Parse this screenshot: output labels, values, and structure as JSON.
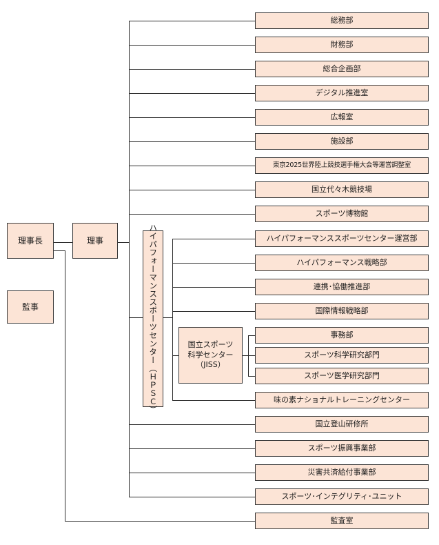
{
  "left": {
    "chairman": "理事長",
    "director": "理事",
    "auditor": "監事"
  },
  "hpsc": {
    "label": "ハイパフォーマンススポーツセンター（ＨＰＳＣ）"
  },
  "jiss": {
    "label": "国立スポーツ\n科学センター\n（JISS）"
  },
  "departments": [
    "総務部",
    "財務部",
    "総合企画部",
    "デジタル推進室",
    "広報室",
    "施設部",
    "東京2025世界陸上競技選手権大会等運営調整室",
    "国立代々木競技場",
    "スポーツ博物館"
  ],
  "hpsc_departments": [
    "ハイパフォーマンススポーツセンター運営部",
    "ハイパフォーマンス戦略部",
    "連携･協働推進部",
    "国際情報戦略部"
  ],
  "jiss_departments": [
    "事務部",
    "スポーツ科学研究部門",
    "スポーツ医学研究部門"
  ],
  "ntc": "味の素ナショナルトレーニングセンター",
  "lower_departments": [
    "国立登山研修所",
    "スポーツ振興事業部",
    "災害共済給付事業部",
    "スポーツ･インテグリティ･ユニット"
  ],
  "audit_office": "監査室"
}
